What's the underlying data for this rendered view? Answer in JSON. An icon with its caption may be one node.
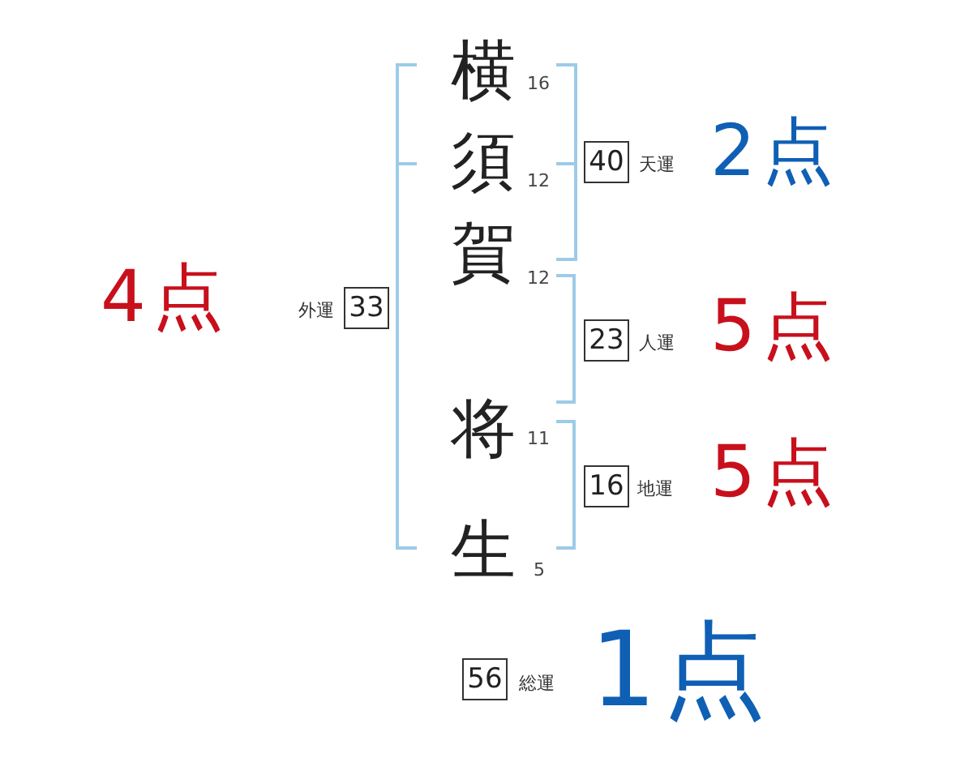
{
  "diagram": {
    "nodes": [
      {
        "text": [
          "40"
        ],
        "beside": [
          "天運"
        ]
      },
      {
        "text": [
          "33"
        ],
        "beside": [
          "外運"
        ]
      },
      {
        "text": [
          "23"
        ],
        "beside": [
          "人運"
        ]
      },
      {
        "text": [
          "16"
        ],
        "beside": [
          "地運"
        ]
      },
      {
        "text": [
          "56"
        ],
        "beside": [
          "総運"
        ]
      }
    ],
    "labels": [
      "横",
      "16",
      "須",
      "12",
      "2点",
      "賀",
      "12",
      "4点",
      "5点",
      "将",
      "11",
      "5点",
      "生",
      "5",
      "1点"
    ]
  }
}
